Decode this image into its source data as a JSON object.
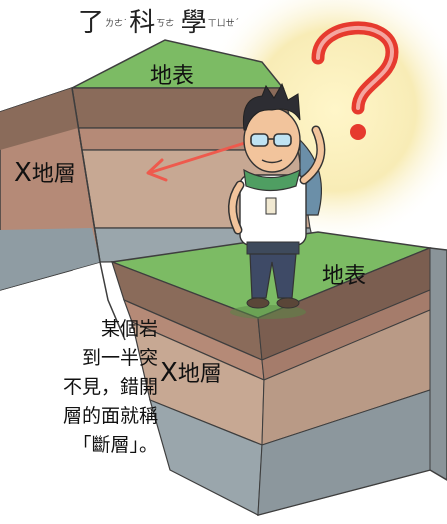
{
  "title": {
    "fragments": [
      {
        "char": "了",
        "zhuyin": "ㄌㄜ˙"
      },
      {
        "char": "科",
        "zhuyin": "ㄎㄜ"
      },
      {
        "char": "學",
        "zhuyin": "ㄒㄩㄝˊ"
      }
    ]
  },
  "labels": {
    "surface_top": "地表",
    "surface_right": "地表",
    "layer_left_x": "X",
    "layer_left_text": "地層",
    "layer_right_x": "X",
    "layer_right_text": "地層"
  },
  "caption": {
    "lines": [
      "某個岩",
      "到一半突",
      "不見，錯開",
      "層的面就稱",
      "「斷層」。"
    ]
  },
  "colors": {
    "grass": "#7cbb64",
    "topsoil": "#8a6b5a",
    "clay": "#b58a77",
    "sand": "#c7a893",
    "rock": "#9aa6ac",
    "question_mark": "#e63a2e",
    "arrow": "#ee5a4d",
    "halo": "#f6e7a8"
  }
}
